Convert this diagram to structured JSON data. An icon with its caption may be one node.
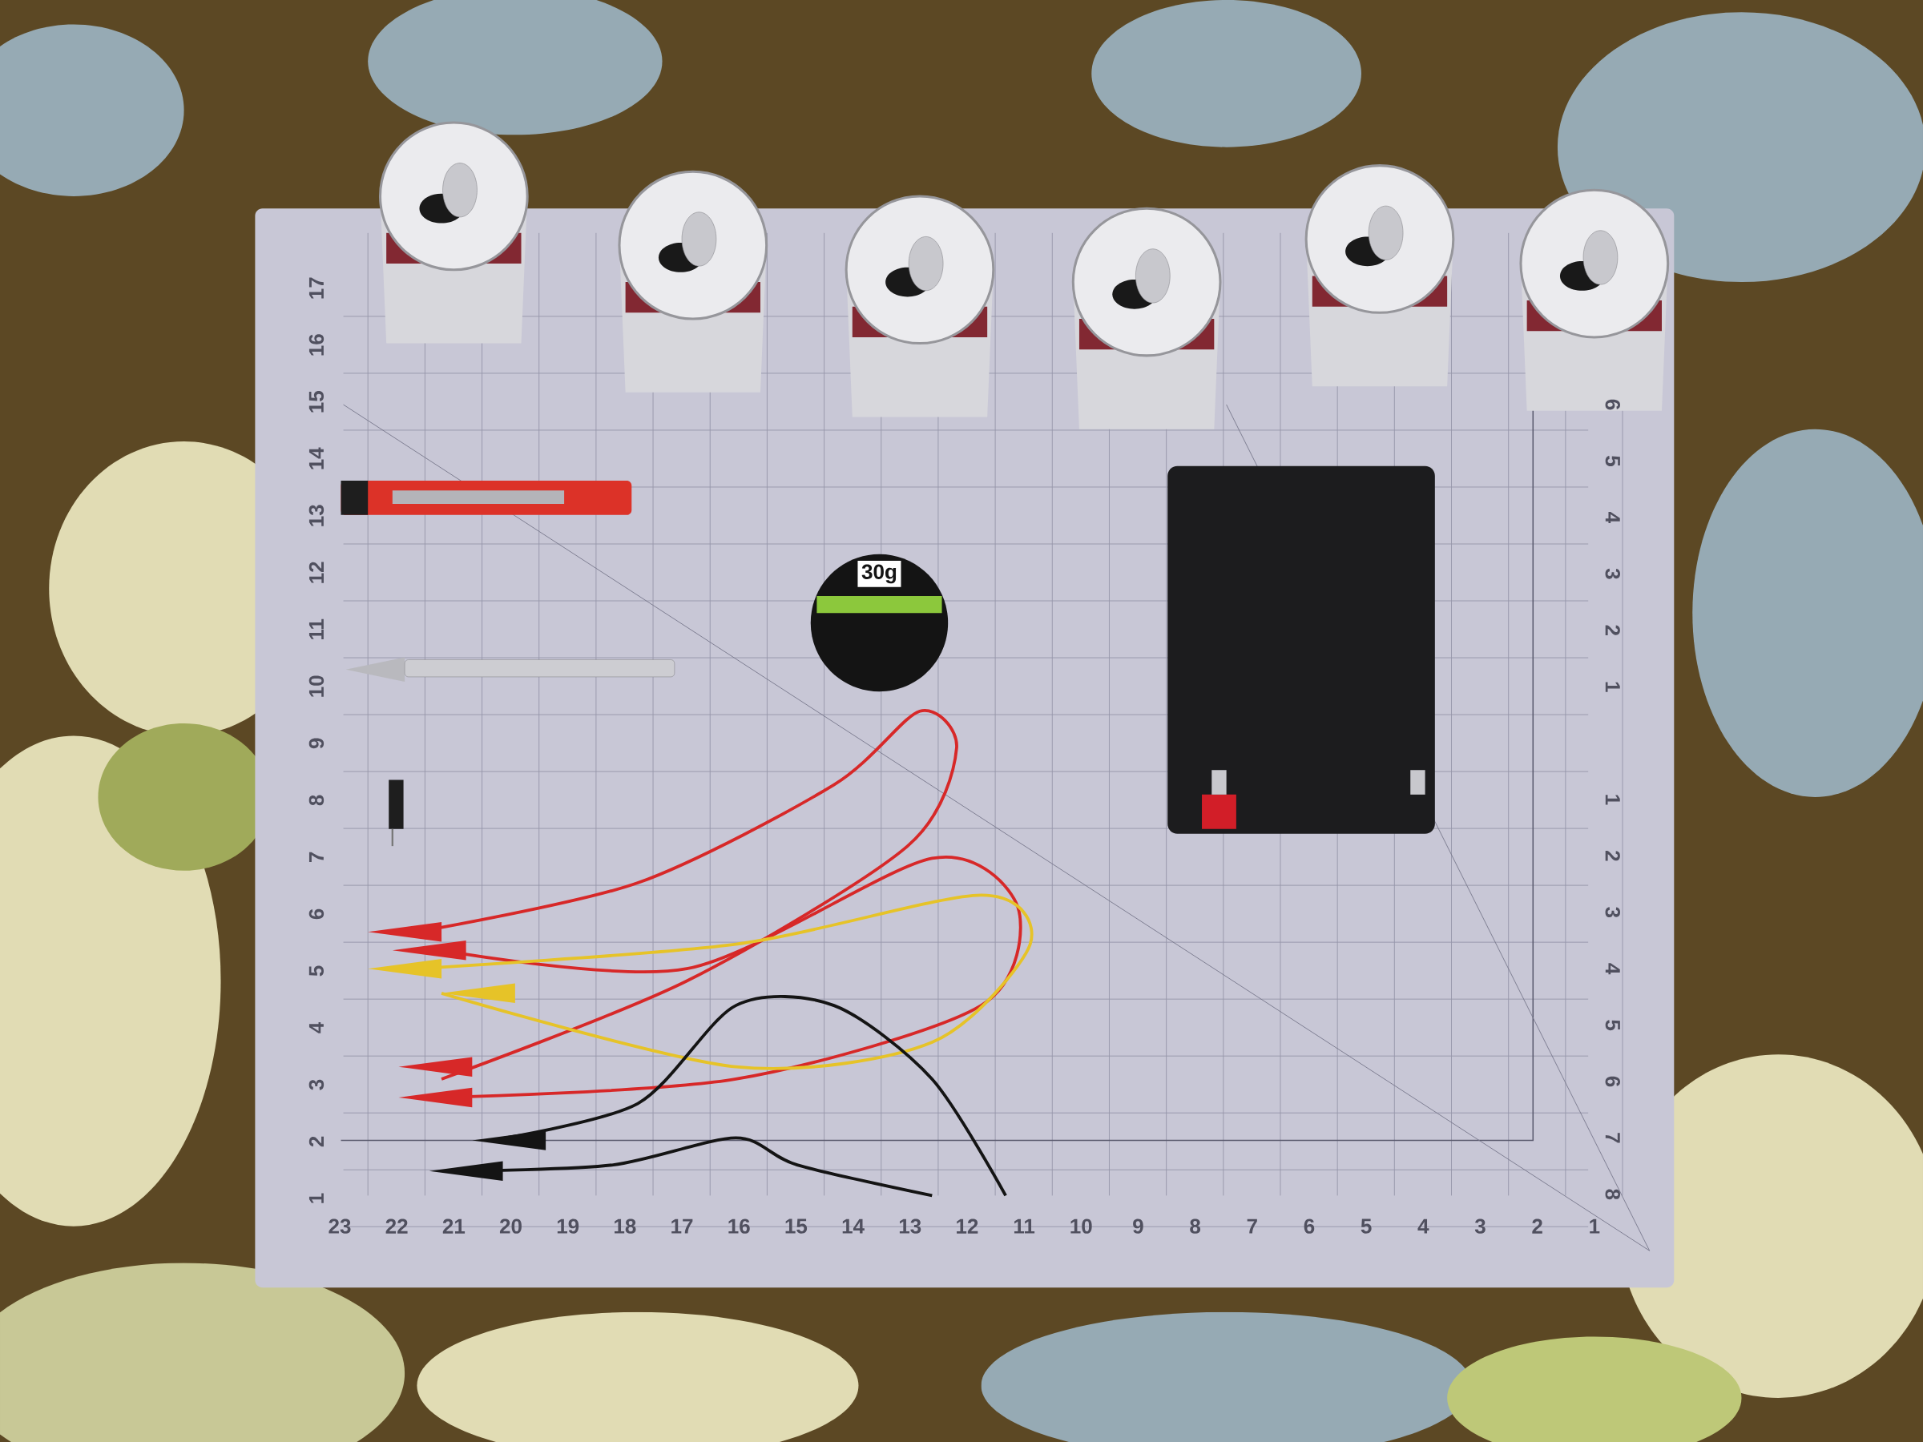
{
  "diagram": {
    "labels": [
      "17",
      "16",
      "15",
      "14",
      "13",
      "12",
      "11",
      "10",
      "9",
      "8",
      "7",
      "6",
      "5",
      "4",
      "3",
      "2",
      "1",
      "30g",
      "6",
      "5",
      "4",
      "3",
      "2",
      "1",
      "1",
      "2",
      "3",
      "4",
      "5",
      "6",
      "7",
      "8",
      "23",
      "22",
      "21",
      "20",
      "19",
      "18",
      "17",
      "16",
      "15",
      "14",
      "13",
      "12",
      "11",
      "10",
      "9",
      "8",
      "7",
      "6",
      "5",
      "4",
      "3",
      "2",
      "1"
    ]
  }
}
